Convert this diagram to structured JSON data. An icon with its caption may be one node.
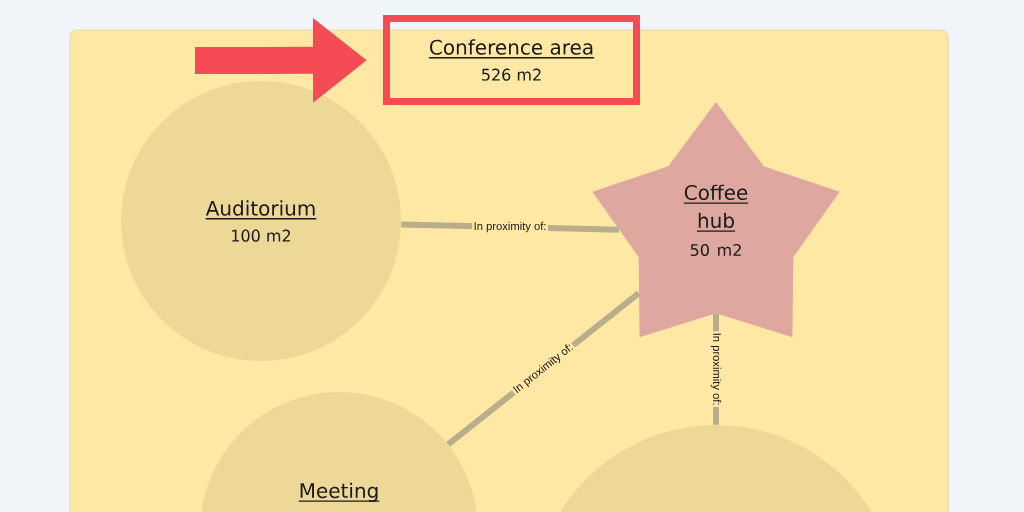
{
  "diagram": {
    "nodes": [
      {
        "text": [],
        "shape": "box"
      },
      {
        "text": [
          "Conference area",
          "526 m2"
        ]
      },
      {
        "text": [
          "Auditorium",
          "100 m2"
        ],
        "in": 0
      },
      {
        "text": [
          "Coffee hub",
          "50 m2"
        ],
        "in": 0
      },
      {
        "text": [
          "Meeting"
        ],
        "in": 0
      },
      {
        "text": [],
        "shape": "circle",
        "in": 0
      }
    ],
    "edges": [
      {
        "from": 2,
        "to": 3,
        "arrow": "none",
        "label": "In proximity of:"
      },
      {
        "from": 4,
        "to": 3,
        "arrow": "none",
        "label": "In proximity of:"
      },
      {
        "from": 3,
        "to": 5,
        "arrow": "none",
        "label": "In proximity of:"
      },
      {
        "from": null,
        "to": 1,
        "arrow": "to",
        "style": "thick",
        "color": "#f44b55"
      }
    ]
  }
}
